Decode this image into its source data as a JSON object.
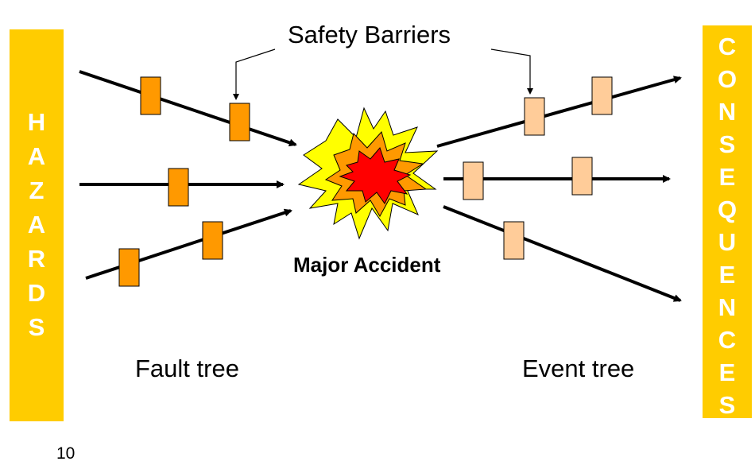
{
  "title": "Safety Barriers",
  "center_label": "Major Accident",
  "left_column": {
    "label": "HAZARDS",
    "color": "#ffcc00"
  },
  "right_column": {
    "label": "CONSEQUENCES",
    "color": "#ffcc00"
  },
  "left_caption": "Fault tree",
  "right_caption": "Event tree",
  "page_number": "10",
  "colors": {
    "fault_barrier": "#ff9900",
    "event_barrier": "#ffcc99",
    "burst_outer": "#ffff00",
    "burst_middle": "#ff9900",
    "burst_inner": "#ff0000"
  }
}
